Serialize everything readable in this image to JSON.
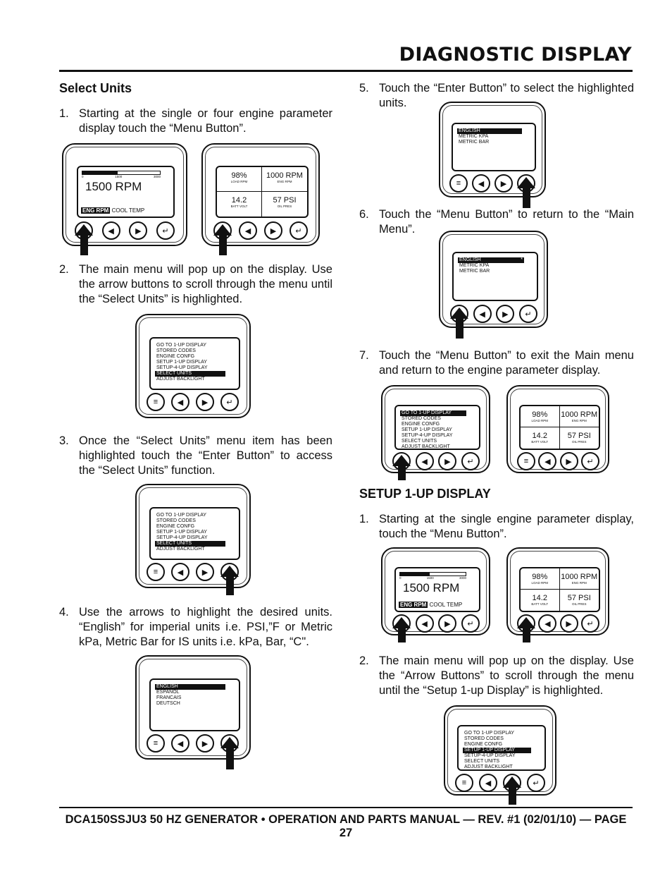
{
  "header": {
    "title": "DIAGNOSTIC DISPLAY"
  },
  "left": {
    "heading": "Select Units",
    "steps": [
      {
        "num": "1.",
        "text": "Starting at the single or four engine parameter display touch the “Menu Button”."
      },
      {
        "num": "2.",
        "text": "The main menu will pop up on the display. Use the arrow buttons to scroll through the menu until the “Select Units” is highlighted."
      },
      {
        "num": "3.",
        "text": "Once the “Select Units” menu item has been highlighted touch the “Enter Button” to access the “Select Units” function."
      },
      {
        "num": "4.",
        "text": "Use the arrows to highlight the desired units. “English” for imperial units i.e. PSI,”F or Metric kPa, Metric Bar for IS units i.e. kPa, Bar, “C\"."
      }
    ]
  },
  "right": {
    "steps": [
      {
        "num": "5.",
        "text": "Touch the “Enter Button” to select the highlighted units."
      },
      {
        "num": "6.",
        "text": "Touch the “Menu Button” to return to the “Main Menu”."
      },
      {
        "num": "7.",
        "text": "Touch the “Menu Button” to exit the Main menu and return to the engine parameter display."
      }
    ],
    "heading2": "SETUP 1-UP DISPLAY",
    "steps2": [
      {
        "num": "1.",
        "text": "Starting at the single engine parameter display, touch the “Menu Button”."
      },
      {
        "num": "2.",
        "text": "The main menu will pop up on the display. Use the “Arrow Buttons” to scroll through the menu until the “Setup 1-up Display” is highlighted."
      }
    ]
  },
  "display": {
    "single": {
      "tick0": "0",
      "tick1": "1500",
      "tick2": "3000",
      "rpm": "1500 RPM",
      "tag": "ENG RPM",
      "suffix": "COOL  TEMP"
    },
    "quad": {
      "v1": "98%",
      "l1": "LOAD RPM",
      "v2": "1000 RPM",
      "l2": "ENG RPM",
      "v3": "14.2",
      "l3": "BATT VOLT",
      "v4": "57 PSI",
      "l4": "OIL PRES"
    },
    "main_menu": [
      "GO TO 1-UP DISPLAY",
      "STORED CODES",
      "ENGINE CONFG",
      "SETUP 1-UP DISPLAY",
      "SETUP-4-UP DISPLAY",
      "SELECT UNITS",
      "ADJUST BACKLIGHT"
    ],
    "lang_menu": [
      "ENGLISH",
      "ESPANOL",
      "FRANCAIS",
      "DEUTSCH"
    ],
    "units_menu": [
      "ENGLISH",
      "METRIC KPA",
      "METRIC BAR"
    ],
    "star": "*"
  },
  "footer": {
    "text": "DCA150SSJU3 50 HZ GENERATOR • OPERATION AND PARTS MANUAL — REV. #1 (02/01/10) — PAGE 27"
  }
}
